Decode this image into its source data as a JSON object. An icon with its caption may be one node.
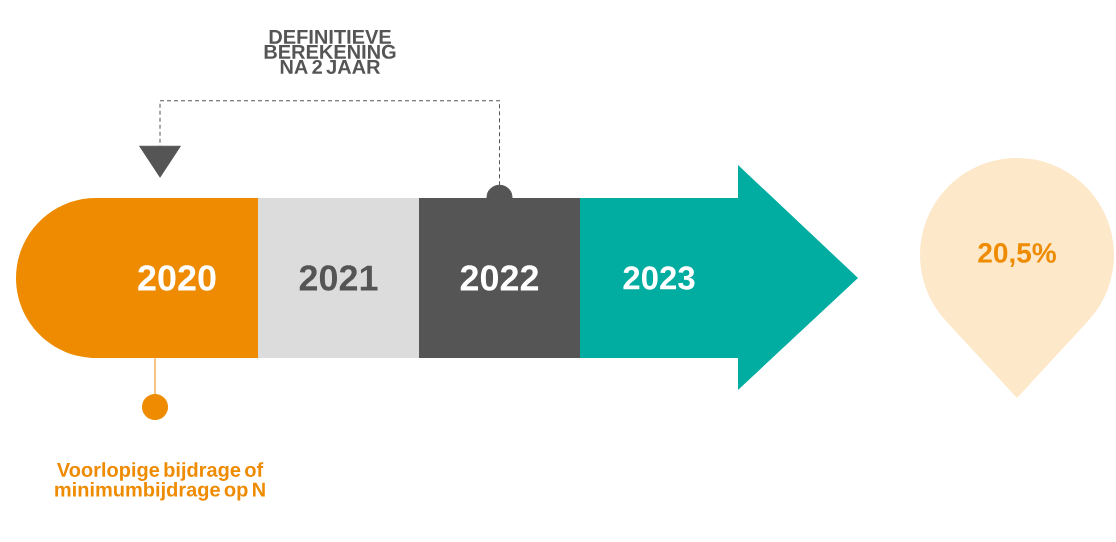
{
  "diagram": {
    "nodes": [
      {
        "text": [
          "2020"
        ]
      },
      {
        "text": [
          "2021"
        ]
      },
      {
        "text": [
          "2022"
        ]
      },
      {
        "text": [
          "2023"
        ]
      },
      {
        "text": [
          "20,5%"
        ]
      },
      {
        "text": [
          "Voorlopige bijdrage of minimumbijdrage op N"
        ]
      }
    ],
    "edges": [
      {
        "from": 2,
        "to": 0,
        "arrow": "to",
        "label": "DEFINITIEVE BEREKENING NA 2 JAAR",
        "style": "dashed",
        "color": "#555555"
      },
      {
        "from": 5,
        "to": 0,
        "arrow": "other",
        "color": "#ee8b00"
      }
    ]
  }
}
